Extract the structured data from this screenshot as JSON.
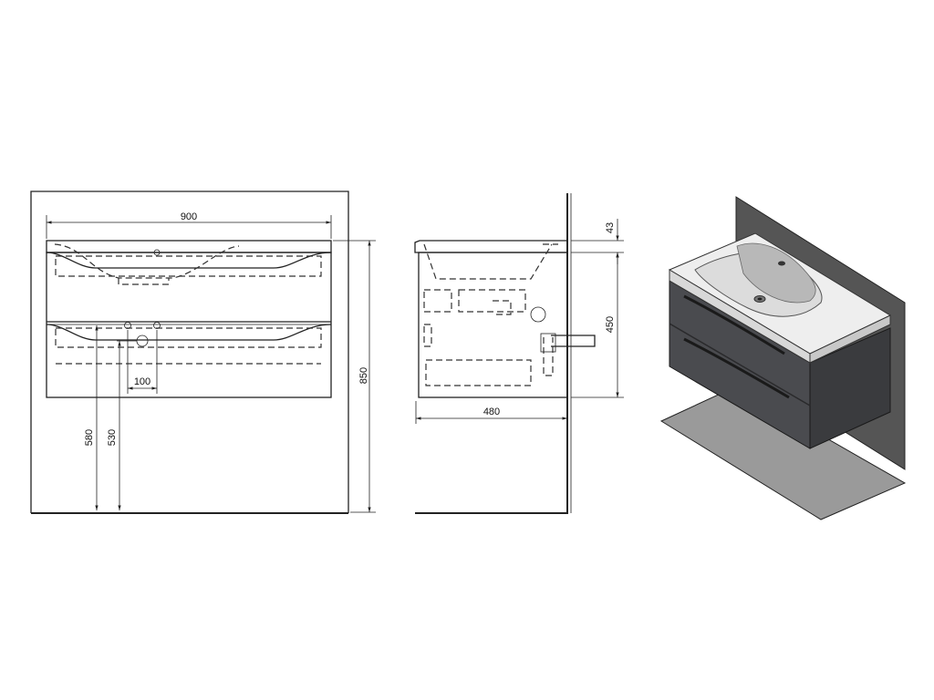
{
  "front_view": {
    "width_label": "900",
    "height_label": "850",
    "waste_height_label": "580",
    "waste_height2_label": "530",
    "offset_label": "100"
  },
  "side_view": {
    "depth_label": "480",
    "top_thickness_label": "43",
    "cabinet_height_label": "450"
  },
  "colors": {
    "line": "#222222",
    "cabinet": "#4a4b4f",
    "basin": "#eeeeee",
    "wall": "#555555",
    "floor": "#9a9a9a"
  }
}
